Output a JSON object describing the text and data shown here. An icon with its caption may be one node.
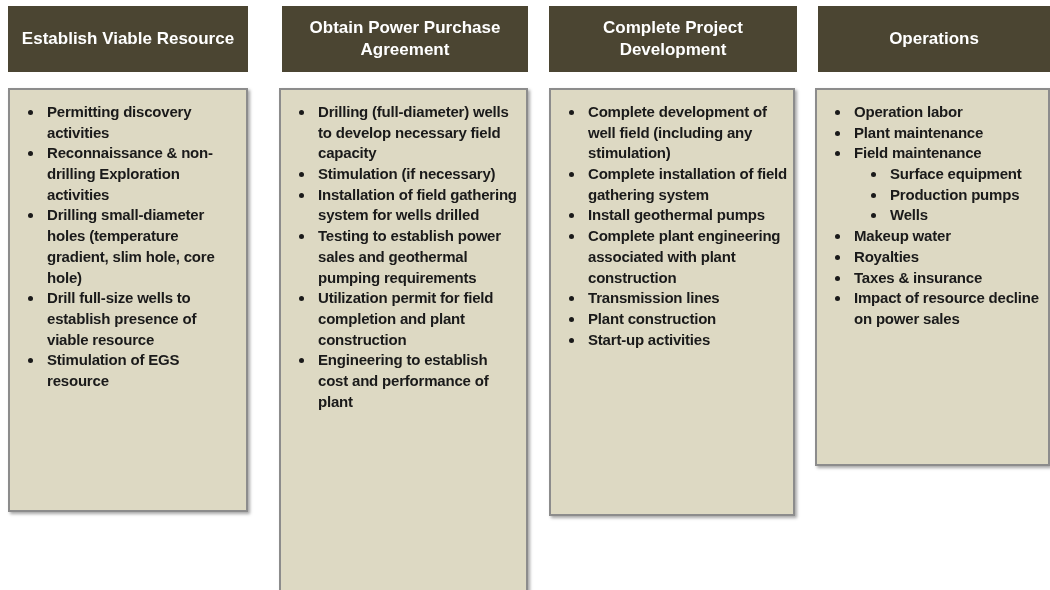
{
  "diagram": {
    "nodes": [
      {
        "text": [
          "Establish Viable Resource"
        ]
      },
      {
        "text": [
          "Permitting discovery activities",
          "Reconnaissance & non-drilling Exploration activities",
          "Drilling small-diameter holes (temperature gradient, slim hole, core hole)",
          "Drill full-size wells to establish presence of viable resource",
          "Stimulation of EGS resource"
        ]
      },
      {
        "text": [
          "Obtain Power Purchase Agreement"
        ]
      },
      {
        "text": [
          "Drilling (full-diameter) wells to develop necessary field capacity",
          "Stimulation (if necessary)",
          "Installation of field gathering system for wells drilled",
          "Testing to establish power sales and geothermal pumping requirements",
          "Utilization permit for field completion and plant construction",
          "Engineering to establish cost and performance of plant"
        ]
      },
      {
        "text": [
          "Complete Project Development"
        ]
      },
      {
        "text": [
          "Complete development of well field (including any stimulation)",
          "Complete installation of field gathering system",
          "Install geothermal pumps",
          "Complete plant engineering associated with plant construction",
          "Transmission lines",
          "Plant construction",
          "Start-up activities"
        ]
      },
      {
        "text": [
          "Operations"
        ]
      },
      {
        "text": [
          "Operation labor",
          "Plant maintenance",
          "Field maintenance",
          "Surface equipment",
          "Production pumps",
          "Wells",
          "Makeup water",
          "Royalties",
          "Taxes & insurance",
          "Impact of resource decline on power sales"
        ]
      }
    ],
    "edges": []
  }
}
